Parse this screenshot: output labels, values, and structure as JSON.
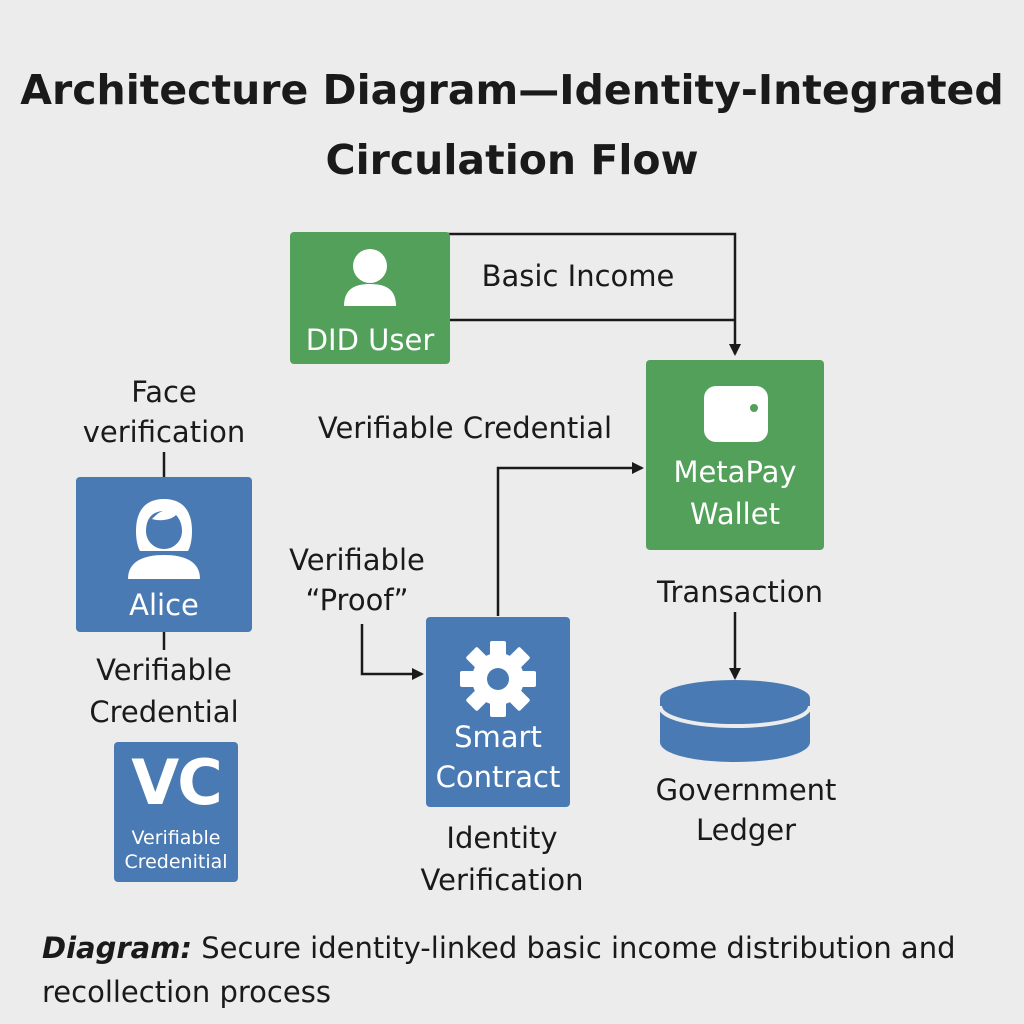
{
  "title": {
    "line1": "Architecture Diagram—Identity-Integrated",
    "line2": "Circulation Flow"
  },
  "colors": {
    "green": "#52a05a",
    "blue": "#4a7ab3",
    "background": "#ececec",
    "line": "#1a1a1a"
  },
  "nodes": {
    "did_user": {
      "label": "DID User",
      "icon": "user-icon"
    },
    "alice": {
      "label": "Alice",
      "icon": "woman-icon"
    },
    "vc_badge": {
      "big": "VC",
      "line1": "Verifiable",
      "line2": "Credenitial"
    },
    "metapay": {
      "line1": "MetaPay",
      "line2": "Wallet",
      "icon": "wallet-icon"
    },
    "smart_contract": {
      "line1": "Smart",
      "line2": "Contract",
      "icon": "gear-icon"
    },
    "ledger": {
      "line1": "Government",
      "line2": "Ledger",
      "icon": "database-icon"
    }
  },
  "labels": {
    "basic_income": "Basic Income",
    "face_line1": "Face",
    "face_line2": "verification",
    "verifiable_credential_mid": "Verifiable Credential",
    "alice_vc_line1": "Verifiable",
    "alice_vc_line2": "Credential",
    "proof_line1": "Verifiable",
    "proof_line2": "“Proof”",
    "transaction": "Transaction",
    "identity_line1": "Identity",
    "identity_line2": "Verification"
  },
  "caption": {
    "prefix": "Diagram:",
    "line1": " Secure identity-linked basic income distribution and",
    "line2": "recollection process"
  }
}
